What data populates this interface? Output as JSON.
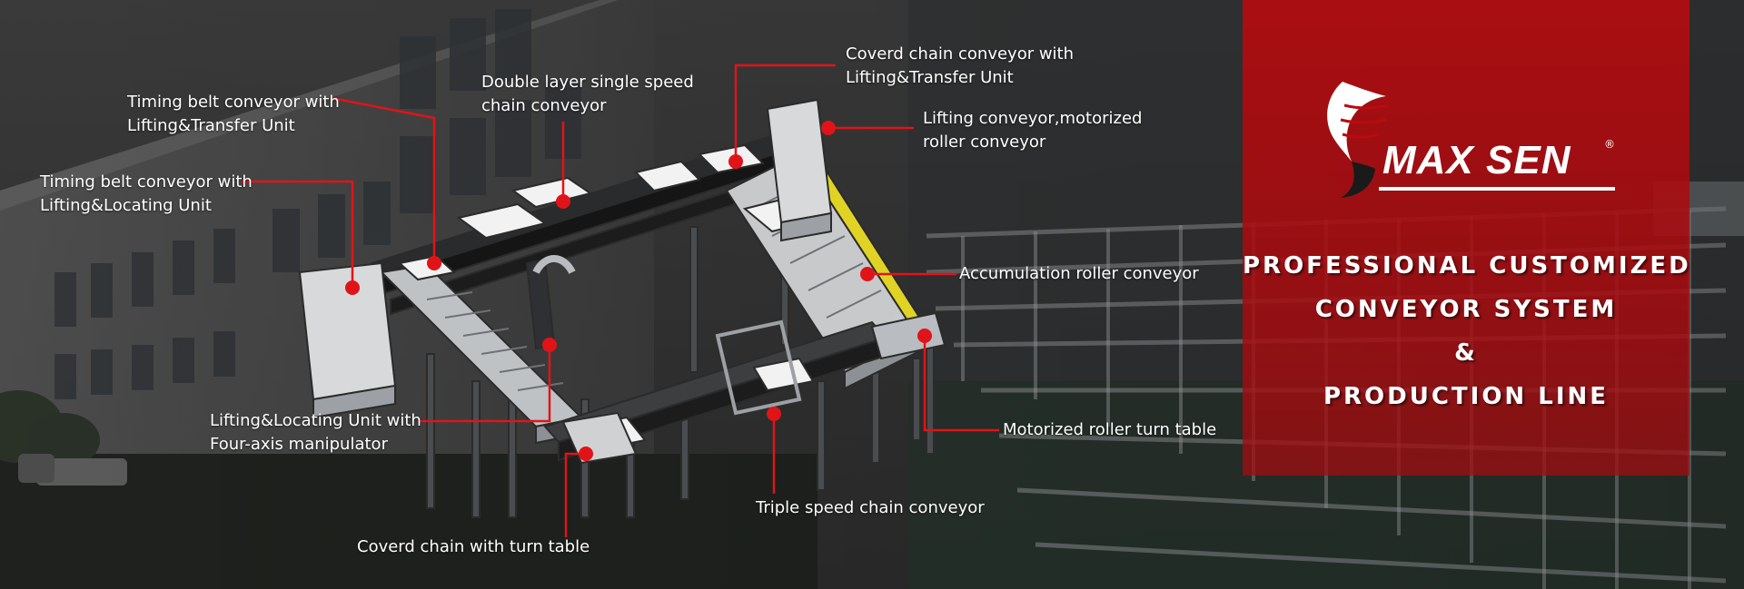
{
  "brand": {
    "logo_text": "MAX SEN",
    "registered_mark": "®",
    "accent_color": "#b80c10"
  },
  "headline": {
    "line1": "PROFESSIONAL CUSTOMIZED",
    "line2": "CONVEYOR SYSTEM",
    "line3": "&",
    "line4": "PRODUCTION LINE"
  },
  "callouts": {
    "timing_lifting_transfer": {
      "line1": "Timing belt conveyor with",
      "line2": "Lifting&Transfer Unit"
    },
    "timing_lifting_locating": {
      "line1": "Timing belt conveyor with",
      "line2": "Lifting&Locating Unit"
    },
    "double_layer": {
      "line1": "Double layer single speed",
      "line2": "chain conveyor"
    },
    "coverd_chain_lifting": {
      "line1": "Coverd chain conveyor with",
      "line2": "Lifting&Transfer Unit"
    },
    "lifting_motorized": {
      "line1": "Lifting conveyor,motorized",
      "line2": "roller conveyor"
    },
    "accumulation": {
      "line1": "Accumulation roller conveyor"
    },
    "lifting_locating_manipulator": {
      "line1": "Lifting&Locating Unit with",
      "line2": "Four-axis manipulator"
    },
    "motorized_turn_table": {
      "line1": "Motorized roller turn table"
    },
    "triple_speed": {
      "line1": "Triple speed chain conveyor"
    },
    "coverd_turn_table": {
      "line1": "Coverd chain with turn table"
    }
  },
  "colors": {
    "callout_line": "#e01418",
    "callout_dot": "#e01418",
    "text": "#ffffff"
  }
}
